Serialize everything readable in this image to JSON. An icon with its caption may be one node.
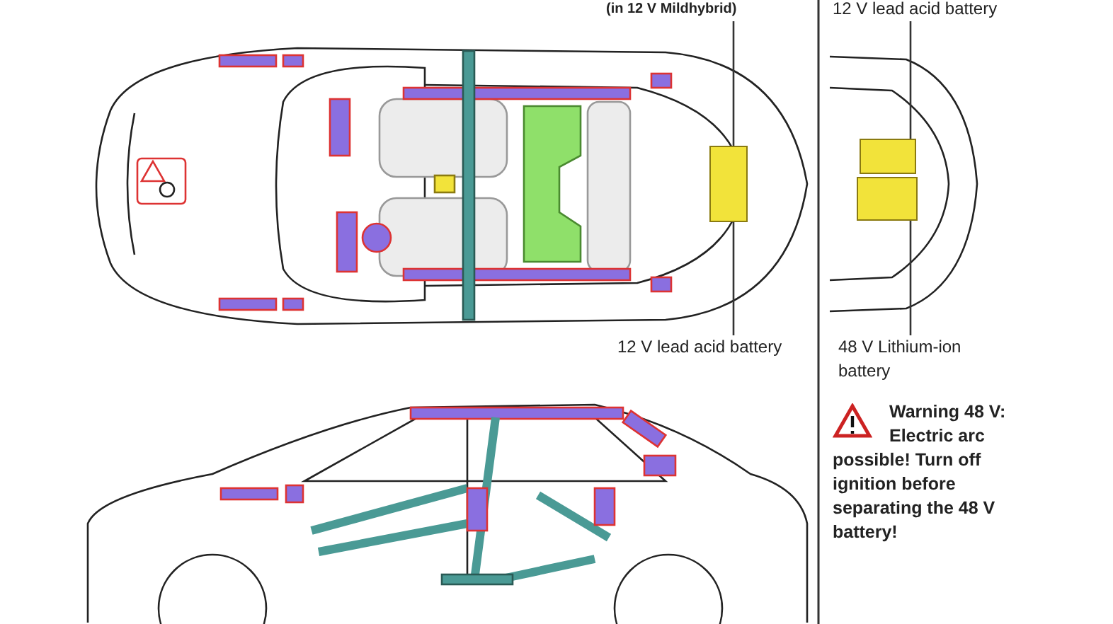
{
  "diagram": {
    "nodes": [
      {
        "text": [
          "(in 12 V Mildhybrid)"
        ]
      },
      {
        "text": [],
        "shape": "box"
      },
      {
        "text": [
          "12 V lead acid battery"
        ]
      },
      {
        "text": [
          "12 V lead acid battery"
        ]
      },
      {
        "text": [],
        "shape": "box"
      },
      {
        "text": [],
        "shape": "box"
      },
      {
        "text": [
          "48 V Lithium-ion battery"
        ]
      }
    ],
    "edges": [
      {
        "from": 0,
        "to": 1,
        "arrow": "none"
      },
      {
        "from": 2,
        "to": 1,
        "arrow": "none"
      },
      {
        "from": 3,
        "to": 4,
        "arrow": "none"
      },
      {
        "from": 6,
        "to": 5,
        "arrow": "none"
      }
    ],
    "labels": [
      "Warning 48 V: Electric arc possible! Turn off ignition before separating the 48 V battery!"
    ]
  }
}
